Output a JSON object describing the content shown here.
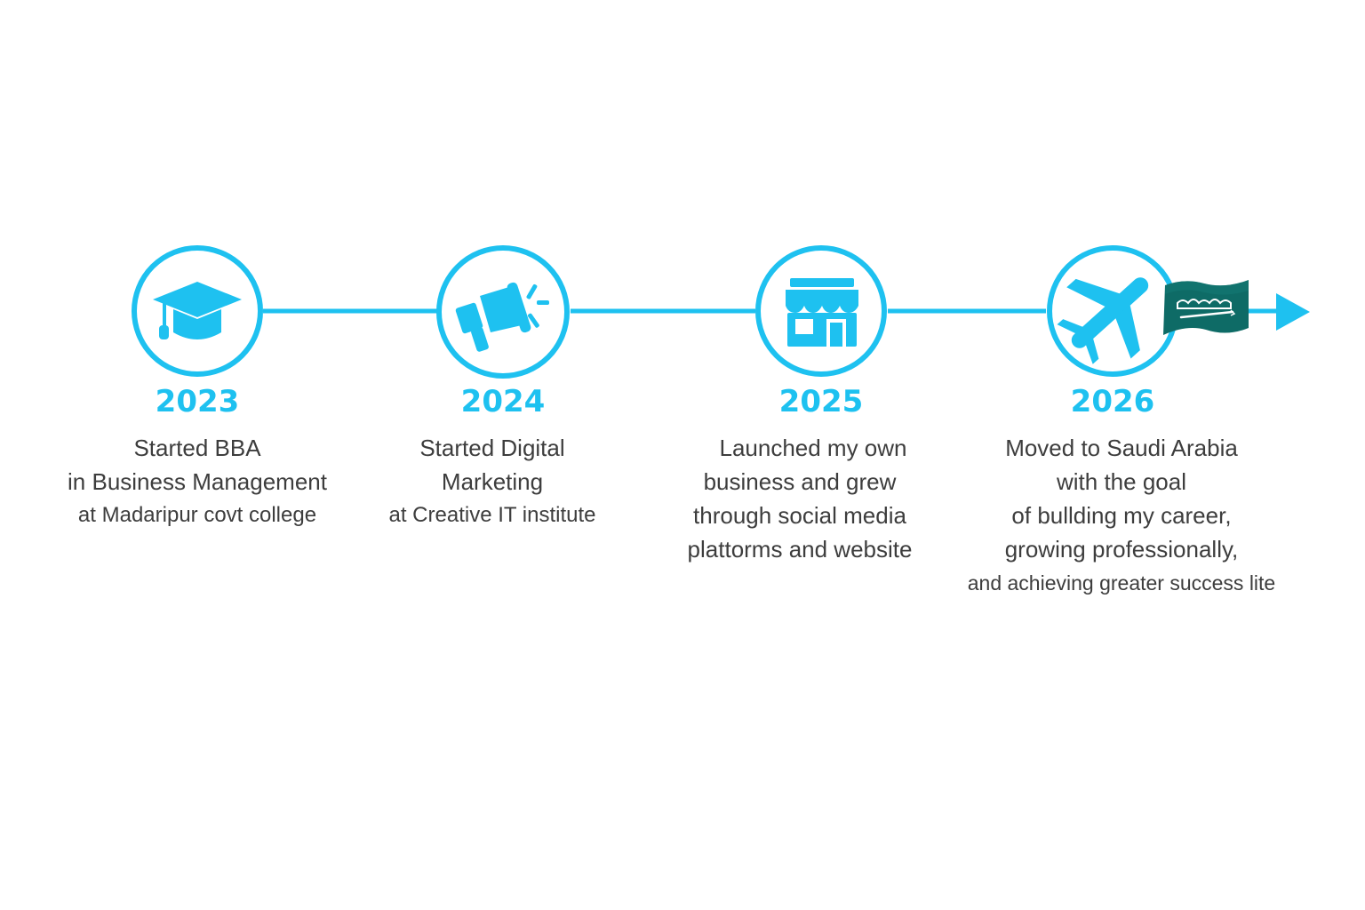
{
  "accent_color": "#1ec1f0",
  "text_color": "#3d3d3d",
  "milestones": [
    {
      "year": "2023",
      "icon": "graduation-cap-icon",
      "lines": [
        "Started BBA",
        "in Business Management",
        "at Madaripur covt college"
      ]
    },
    {
      "year": "2024",
      "icon": "megaphone-icon",
      "lines": [
        "Started Digital",
        "Marketing",
        "at Creative IT institute"
      ]
    },
    {
      "year": "2025",
      "icon": "storefront-icon",
      "lines": [
        "Launched my own",
        "business and grew",
        "through social media",
        "plattorms and website"
      ]
    },
    {
      "year": "2026",
      "icon": "airplane-icon",
      "lines": [
        "Moved to Saudi Arabia",
        "with the goal",
        "of bullding my career,",
        "growing professionally,",
        "and achieving greater success lite"
      ]
    }
  ],
  "flag": {
    "icon": "saudi-arabia-flag-icon",
    "color": "#0e6b66"
  }
}
